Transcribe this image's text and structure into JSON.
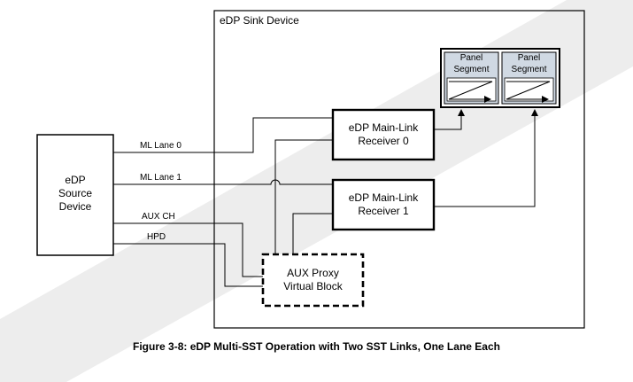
{
  "sink": {
    "title": "eDP Sink Device"
  },
  "source": {
    "line1": "eDP",
    "line2": "Source",
    "line3": "Device"
  },
  "receiver0": {
    "line1": "eDP Main-Link",
    "line2": "Receiver 0"
  },
  "receiver1": {
    "line1": "eDP Main-Link",
    "line2": "Receiver 1"
  },
  "aux_proxy": {
    "line1": "AUX Proxy",
    "line2": "Virtual Block"
  },
  "panel_segments": [
    {
      "line1": "Panel",
      "line2": "Segment"
    },
    {
      "line1": "Panel",
      "line2": "Segment"
    }
  ],
  "signals": {
    "ml_lane0": "ML Lane 0",
    "ml_lane1": "ML Lane 1",
    "aux_ch": "AUX CH",
    "hpd": "HPD"
  },
  "caption": "Figure 3-8: eDP Multi-SST Operation with Two SST Links, One Lane Each",
  "watermark_color": "#ededed"
}
